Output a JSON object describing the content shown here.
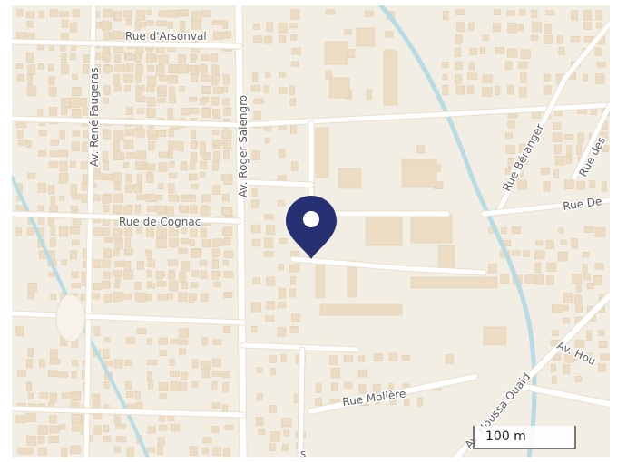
{
  "streets": {
    "rue_arsonval": "Rue d'Arsonval",
    "av_rene_faugeras": "Av. René Faugeras",
    "av_roger_salengro": "Av. Roger Salengro",
    "rue_de_cognac": "Rue de Cognac",
    "rue_beranger": "Rue Béranger",
    "rue_des_partial": "Rue des",
    "rue_de_partial": "Rue De",
    "av_hou_partial": "Av. Hou",
    "rue_moliere": "Rue Molière",
    "av_houssa_ouaid": "Av. Houssa Ouaid",
    "bottom_partial": "s"
  },
  "scale_bar": {
    "label": "100 m"
  },
  "marker": {
    "icon": "map-pin-icon",
    "color": "#283074"
  },
  "colors": {
    "background": "#f3eee4",
    "building": "#ebdcc3",
    "canal": "#b9dbe3",
    "road": "#ffffff"
  }
}
